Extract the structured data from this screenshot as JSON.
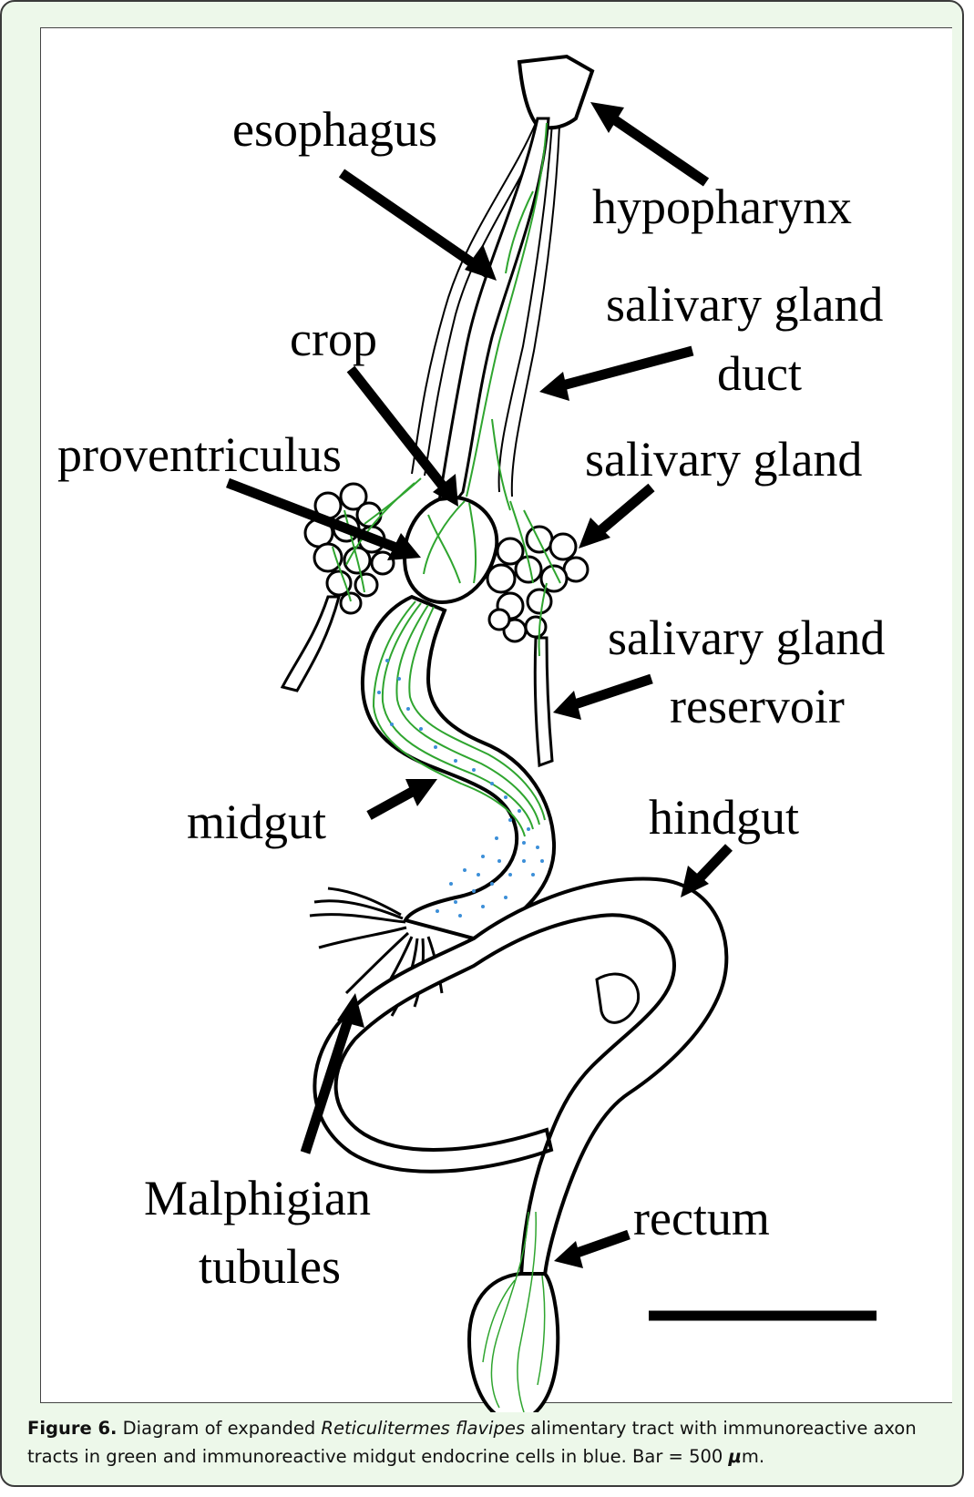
{
  "labels": {
    "esophagus": "esophagus",
    "hypopharynx": "hypopharynx",
    "salivary_gland_duct_1": "salivary gland",
    "salivary_gland_duct_2": "duct",
    "crop": "crop",
    "proventriculus": "proventriculus",
    "salivary_gland": "salivary gland",
    "salivary_gland_reservoir_1": "salivary gland",
    "salivary_gland_reservoir_2": "reservoir",
    "midgut": "midgut",
    "hindgut": "hindgut",
    "malphigian_1": "Malphigian",
    "malphigian_2": "tubules",
    "rectum": "rectum"
  },
  "caption": {
    "figure_label": "Figure 6.",
    "text_before": " Diagram of expanded ",
    "species": "Reticulitermes flavipes",
    "text_after": " alimentary tract with immunoreactive axon tracts in green and immunoreactive midgut endocrine cells in blue. Bar = 500 ",
    "mu": "μ",
    "unit": "m."
  },
  "colors": {
    "axon_green": "#2fa52f",
    "endocrine_blue": "#3c8fd8",
    "outline": "#000000",
    "panel_bg": "#edf8ea"
  }
}
